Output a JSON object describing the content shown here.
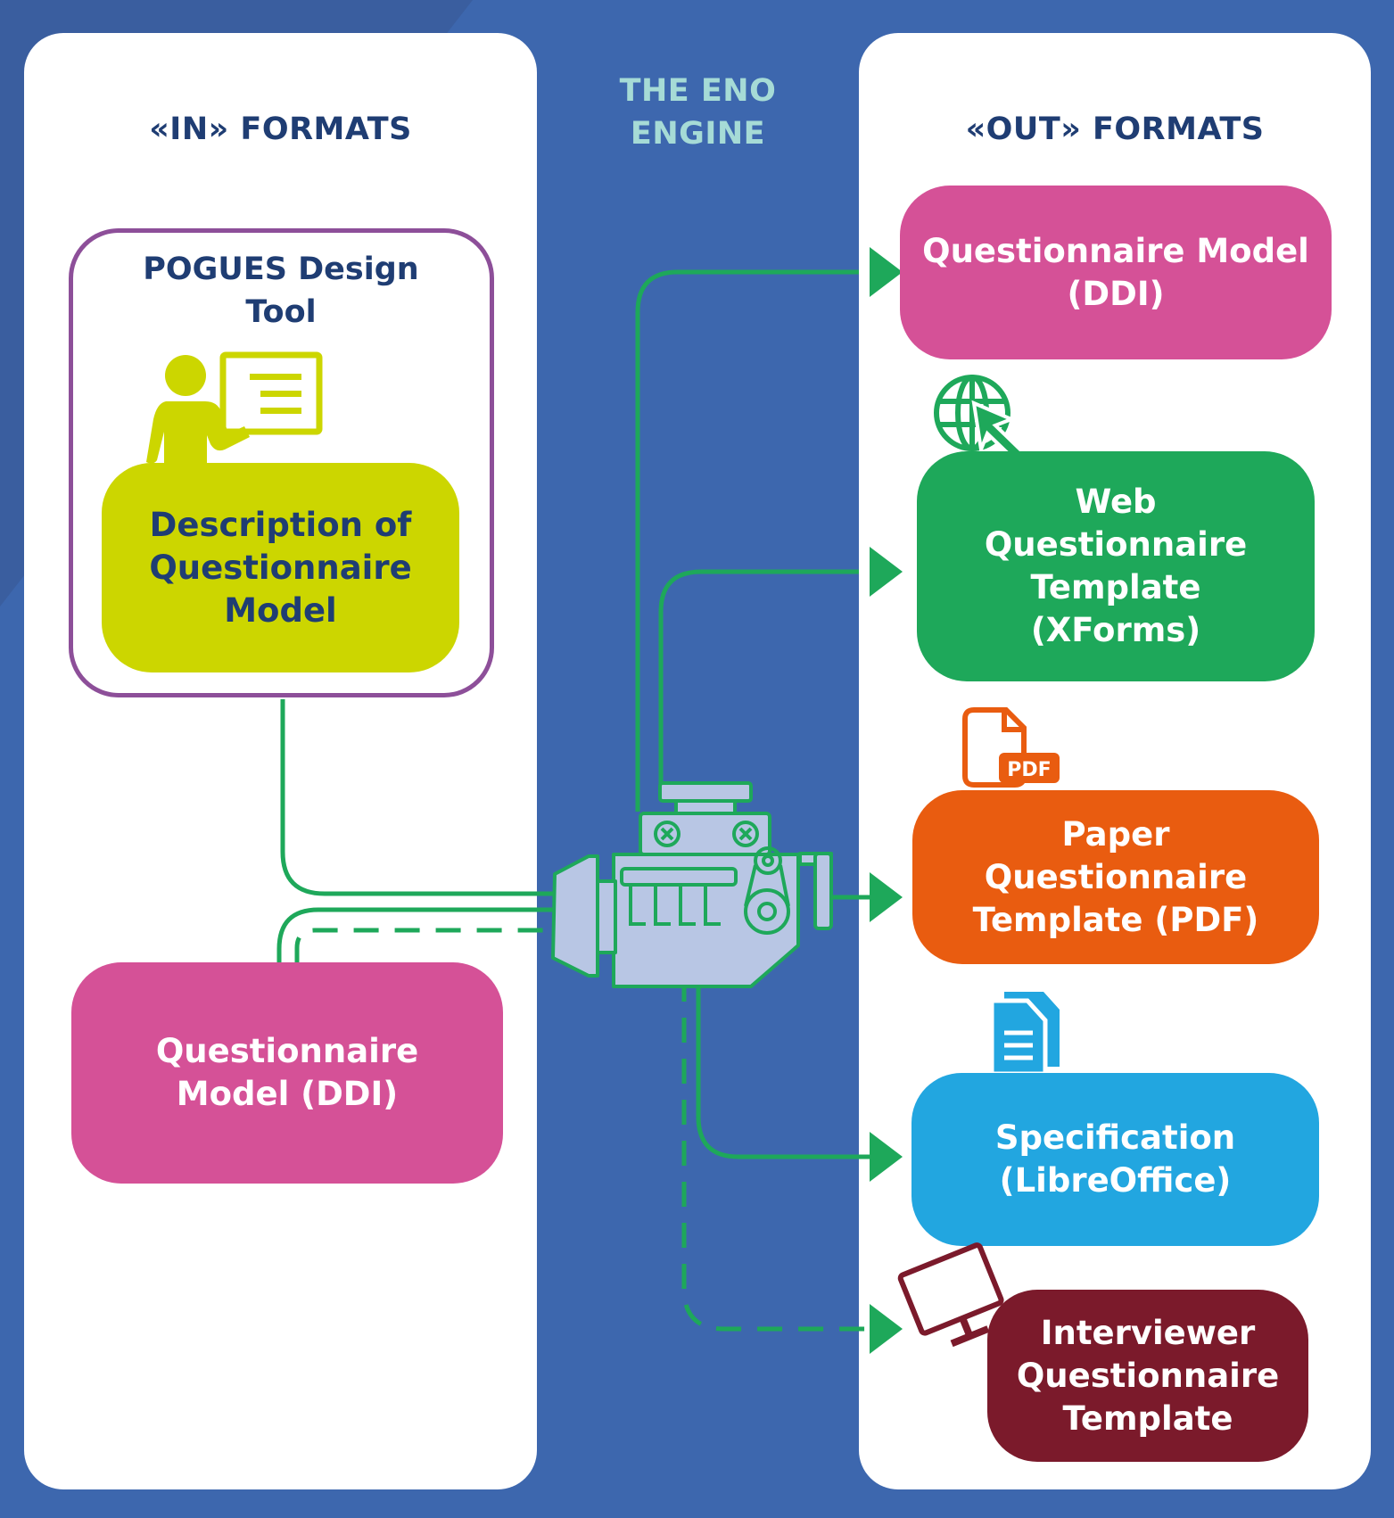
{
  "colors": {
    "background": "#3d67ae",
    "panel": "#ffffff",
    "heading": "#1f3d73",
    "engine_heading": "#a6dbd6",
    "connector": "#1ea85a",
    "pogues_frame": "#8d4f99",
    "lime": "#ccd600",
    "magenta": "#d55197",
    "green": "#1ea85a",
    "orange": "#e95c10",
    "cyan": "#22a6e0",
    "maroon": "#7b1a2b"
  },
  "in_panel": {
    "title": "«IN» FORMATS",
    "pogues": {
      "title": "POGUES Design\nTool",
      "icon": "presenter-icon",
      "box_label": "Description of\nQuestionnaire\nModel"
    },
    "ddi_box_label": "Questionnaire\nModel (DDI)"
  },
  "engine": {
    "title": "THE ENO\nENGINE",
    "icon": "engine-icon"
  },
  "out_panel": {
    "title": "«OUT» FORMATS",
    "boxes": [
      {
        "label": "Questionnaire Model\n(DDI)",
        "icon": ""
      },
      {
        "label": "Web\nQuestionnaire\nTemplate\n(XForms)",
        "icon": "globe-cursor-icon"
      },
      {
        "label": "Paper\nQuestionnaire\nTemplate (PDF)",
        "icon": "pdf-file-icon",
        "icon_text": "PDF"
      },
      {
        "label": "Specification\n(LibreOffice)",
        "icon": "documents-icon"
      },
      {
        "label": "Interviewer\nQuestionnaire\nTemplate",
        "icon": "monitor-icon"
      }
    ]
  }
}
